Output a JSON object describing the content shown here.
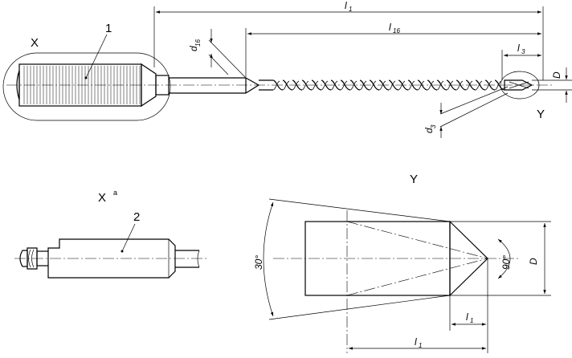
{
  "labels": {
    "view_x": "X",
    "view_y_marker": "Y",
    "callout_1": "1",
    "detail_x": "X",
    "detail_x_note": "a",
    "callout_2": "2",
    "detail_y": "Y"
  },
  "dimensions": {
    "l1_main": {
      "symbol": "l",
      "sub": "1"
    },
    "l16": {
      "symbol": "l",
      "sub": "16"
    },
    "l3": {
      "symbol": "l",
      "sub": "3"
    },
    "D_main": {
      "symbol": "D",
      "sub": ""
    },
    "d16": {
      "symbol": "d",
      "sub": "16"
    },
    "d3": {
      "symbol": "d",
      "sub": "3"
    },
    "angle_30": "30°",
    "angle_90": "90°",
    "D_detail": {
      "symbol": "D",
      "sub": ""
    },
    "l1_detail_small": {
      "symbol": "l",
      "sub": "1"
    },
    "l1_detail_large": {
      "symbol": "l",
      "sub": "1"
    }
  }
}
